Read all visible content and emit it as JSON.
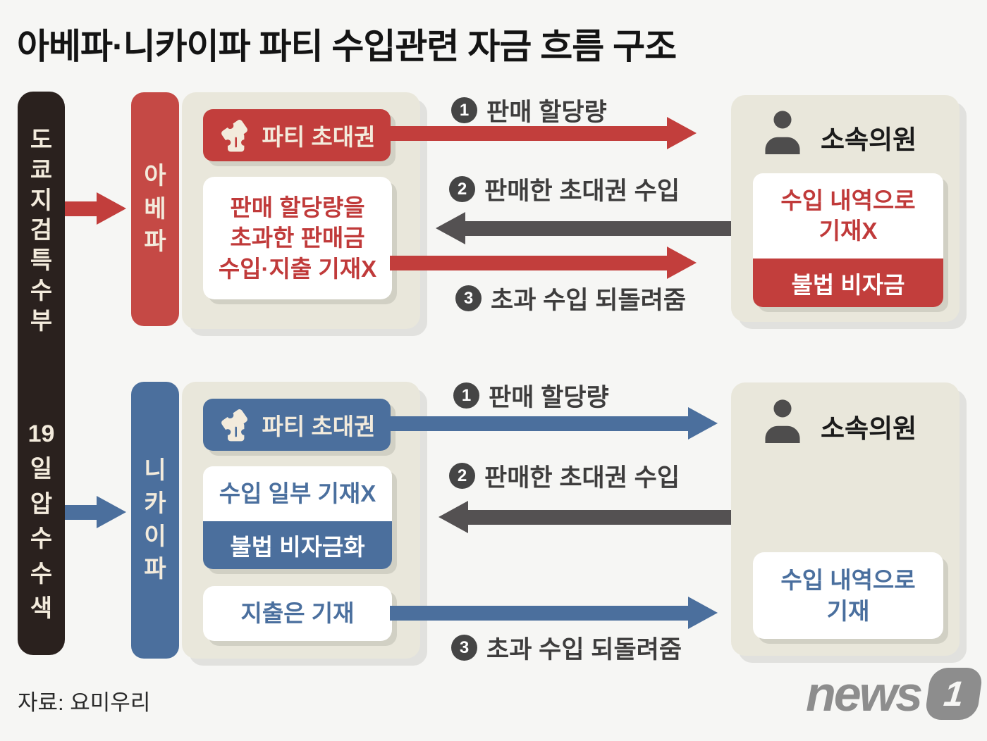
{
  "title": "아베파·니카이파 파티 수입관련 자금 흐름 구조",
  "colors": {
    "red": "#c23e3c",
    "blue": "#4b6f9d",
    "dark_arrow": "#545152",
    "panel_beige": "#e9e7db",
    "bar_black": "#2a211e",
    "background": "#f6f6f4"
  },
  "prosecutor_bar": {
    "top": "도쿄지검특수부",
    "bottom": "19일압수수색"
  },
  "sections": [
    {
      "faction": "아베파",
      "ticket_badge": "파티 초대권",
      "note_box": "판매 할당량을\n초과한 판매금\n수입·지출 기재X",
      "arrows": [
        {
          "num": "1",
          "label": "판매 할당량",
          "direction": "right",
          "color": "#c23e3c"
        },
        {
          "num": "2",
          "label": "판매한 초대권 수입",
          "direction": "left",
          "color": "#545152"
        },
        {
          "num": "3",
          "label": "초과 수입 되돌려줌",
          "direction": "right",
          "color": "#c23e3c"
        }
      ],
      "member": {
        "title": "소속의원",
        "income_box": "수입 내역으로\n기재X",
        "slush_box": "불법 비자금"
      }
    },
    {
      "faction": "니카이파",
      "ticket_badge": "파티 초대권",
      "note_box_top": "수입 일부 기재X",
      "note_box_bottom": "불법 비자금화",
      "expense_box": "지출은 기재",
      "arrows": [
        {
          "num": "1",
          "label": "판매 할당량",
          "direction": "right",
          "color": "#4b6f9d"
        },
        {
          "num": "2",
          "label": "판매한 초대권 수입",
          "direction": "left",
          "color": "#545152"
        },
        {
          "num": "3",
          "label": "초과 수입 되돌려줌",
          "direction": "right",
          "color": "#4b6f9d"
        }
      ],
      "member": {
        "title": "소속의원",
        "income_box": "수입 내역으로\n기재"
      }
    }
  ],
  "source": "자료: 요미우리",
  "logo": {
    "word": "news",
    "one": "1"
  }
}
